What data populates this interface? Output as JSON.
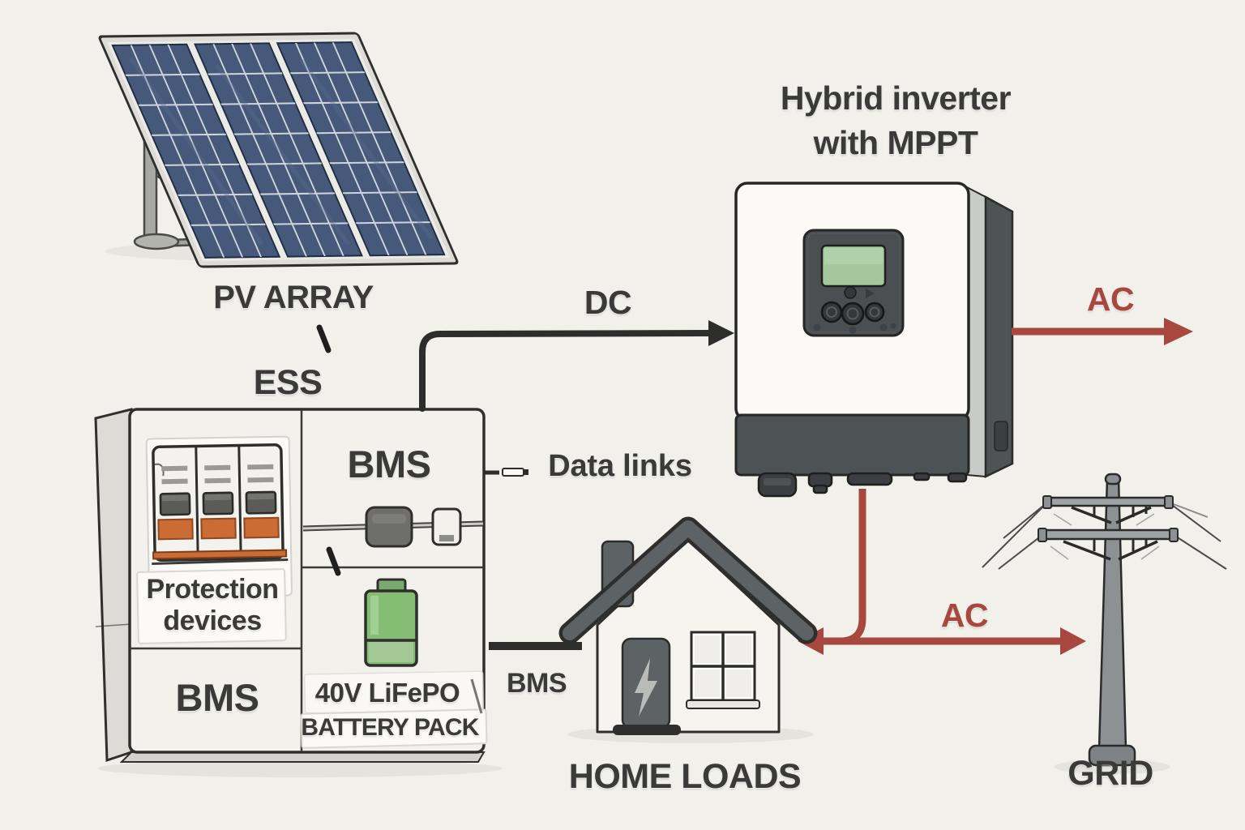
{
  "diagram": {
    "type": "solar-ess-system-diagram",
    "nodes": {
      "pv_array_label": "PV ARRAY",
      "ess_label": "ESS",
      "inverter_title_line1": "Hybrid inverter",
      "inverter_title_line2": "with MPPT",
      "home_loads_label": "HOME LOADS",
      "grid_label": "GRID"
    },
    "ess_box": {
      "bms_module_label": "BMS",
      "bms_bottom_label": "BMS",
      "protection_line1": "Protection",
      "protection_line2": "devices",
      "battery_line1": "40V LiFePO",
      "battery_line2": "BATTERY PACK"
    },
    "links": {
      "dc_label": "DC",
      "ac_export_label": "AC",
      "ac_home_grid_label": "AC",
      "data_links_label": "Data links",
      "bms_link_label": "BMS"
    },
    "colors": {
      "background": "#f1f0eb",
      "dc_line": "#2d2d2b",
      "ac_line": "#a8473d",
      "text": "#3a3a38",
      "pv_cell_blue": "#46597a",
      "battery_green": "#85bd74",
      "breaker_orange": "#cb6c35",
      "lcd_green": "#a6c8a0",
      "unit_dark_gray": "#4d5255"
    }
  }
}
